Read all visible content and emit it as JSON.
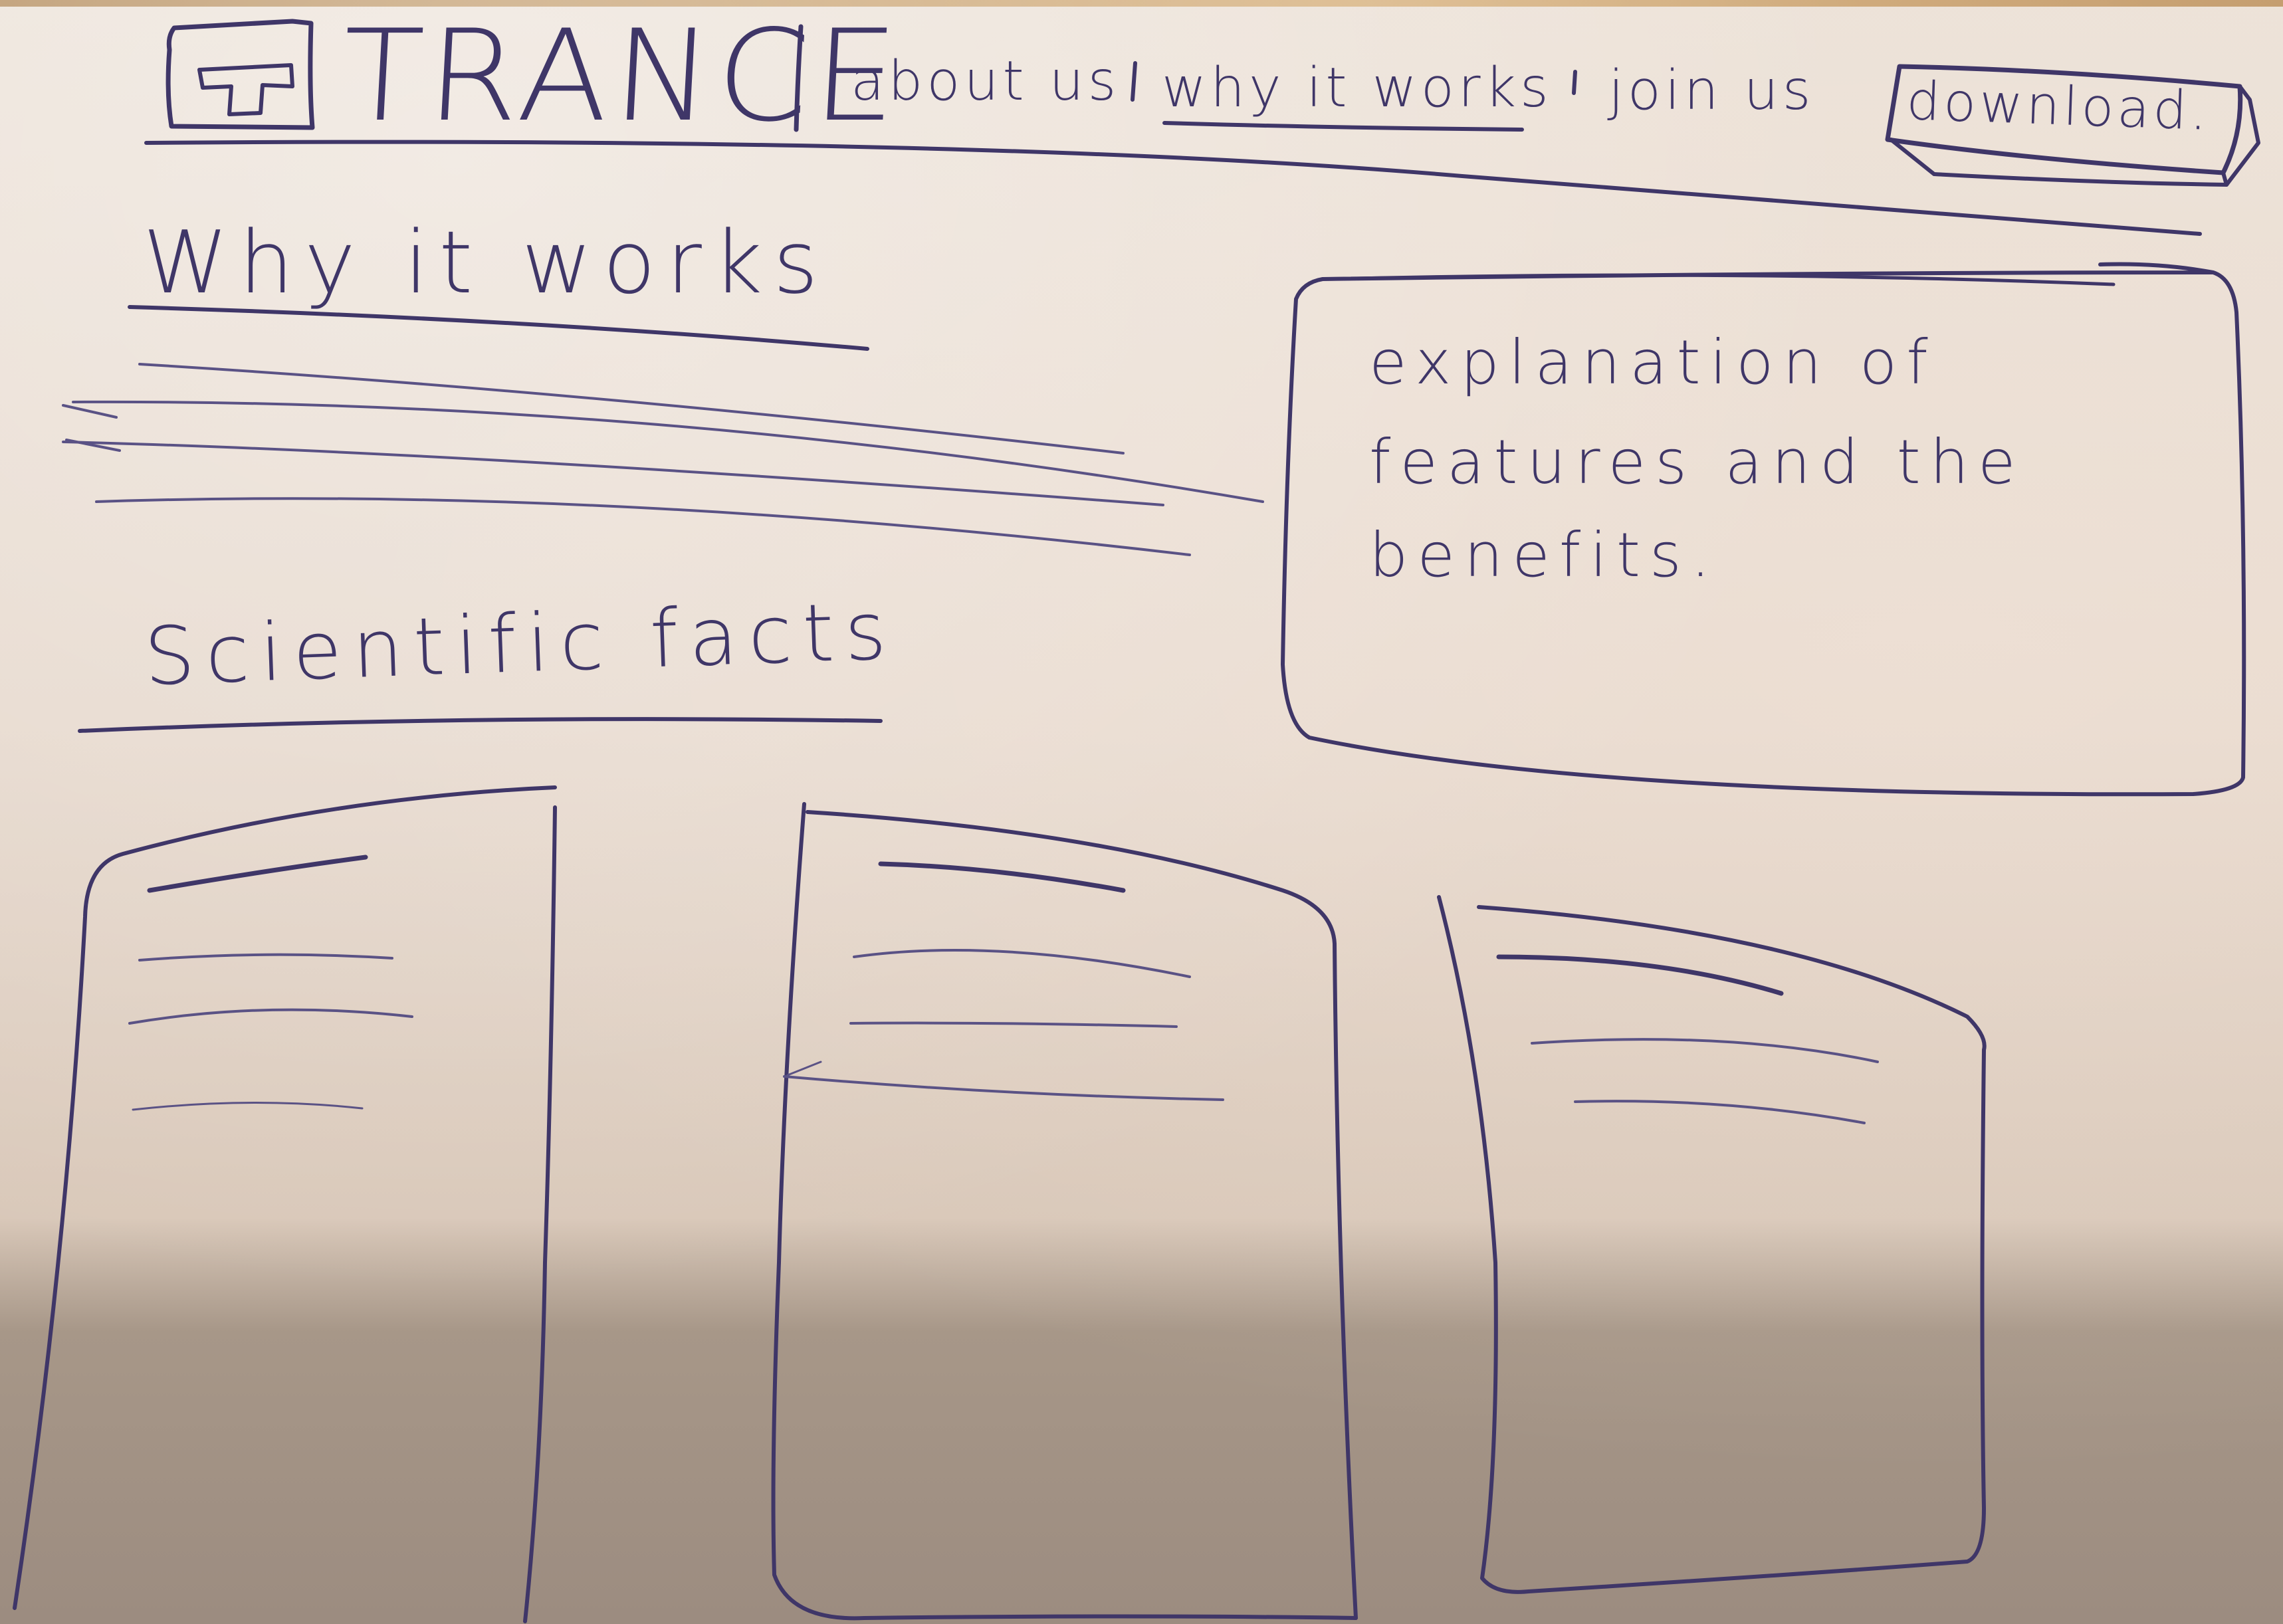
{
  "header": {
    "brand": "TRANCE",
    "nav_items": [
      {
        "label": "about us"
      },
      {
        "label": "why it works",
        "active": true
      },
      {
        "label": "join us"
      }
    ],
    "download_label": "download."
  },
  "main": {
    "why_heading": "Why it works",
    "explanation_lines": [
      "explanation of",
      "features and the",
      "benefits."
    ],
    "facts_heading": "Scientific facts",
    "fact_cards": [
      {
        "line_count": 4
      },
      {
        "line_count": 4
      },
      {
        "line_count": 3
      }
    ]
  },
  "colors": {
    "ink": "#3f3668",
    "paper": "#ece2d8"
  }
}
